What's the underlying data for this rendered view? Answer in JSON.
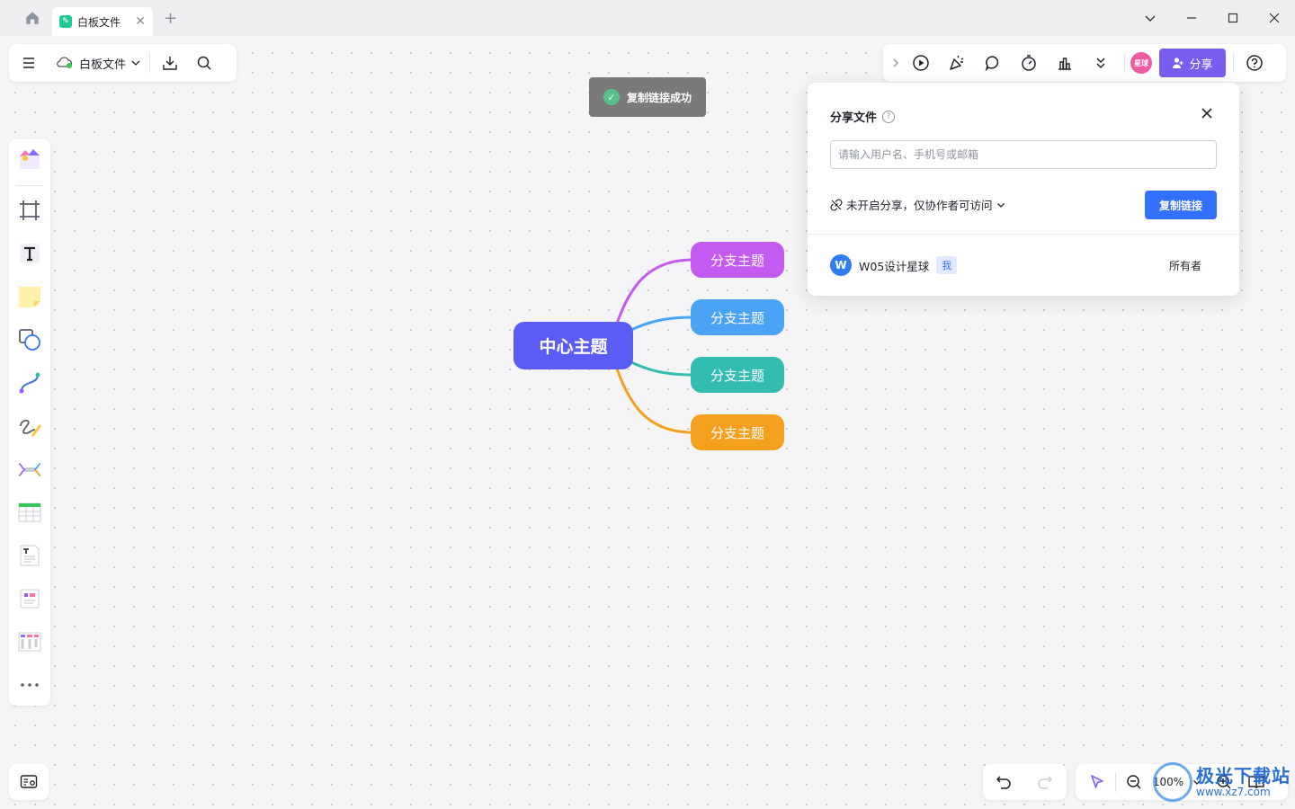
{
  "app": {
    "tab_title": "白板文件",
    "tab_logo_icon": "whiteboard-logo-icon"
  },
  "toolbar_left": {
    "doc_name": "白板文件",
    "icons": [
      "menu-icon",
      "cloud-sync-icon",
      "chevron-down-icon",
      "download-icon",
      "search-icon"
    ]
  },
  "toast": {
    "message": "复制链接成功"
  },
  "toolbar_right": {
    "icons": [
      "collapse-arrow-icon",
      "play-icon",
      "celebrate-icon",
      "comment-icon",
      "timer-icon",
      "vote-icon",
      "more-down-icon"
    ],
    "avatar_label": "星球",
    "share_label": "分享",
    "help_icon": "help-icon"
  },
  "share_panel": {
    "title": "分享文件",
    "input_placeholder": "请输入用户名、手机号或邮箱",
    "permission_text": "未开启分享，仅协作者可访问",
    "copy_button": "复制链接",
    "members": [
      {
        "avatar": "W",
        "name": "W05设计星球",
        "badge": "我",
        "role": "所有者"
      }
    ]
  },
  "mindmap": {
    "center": "中心主题",
    "branches": [
      {
        "label": "分支主题",
        "color": "#c35bf0"
      },
      {
        "label": "分支主题",
        "color": "#4aa3f5"
      },
      {
        "label": "分支主题",
        "color": "#33bdb0"
      },
      {
        "label": "分支主题",
        "color": "#f5a01e"
      }
    ],
    "center_color": "#5b5cf6"
  },
  "bottom": {
    "zoom": "100%"
  },
  "watermark": {
    "title": "极光下载站",
    "url": "www.xz7.com"
  },
  "colors": {
    "accent_purple": "#7b5cf0",
    "accent_blue": "#3370ff"
  }
}
